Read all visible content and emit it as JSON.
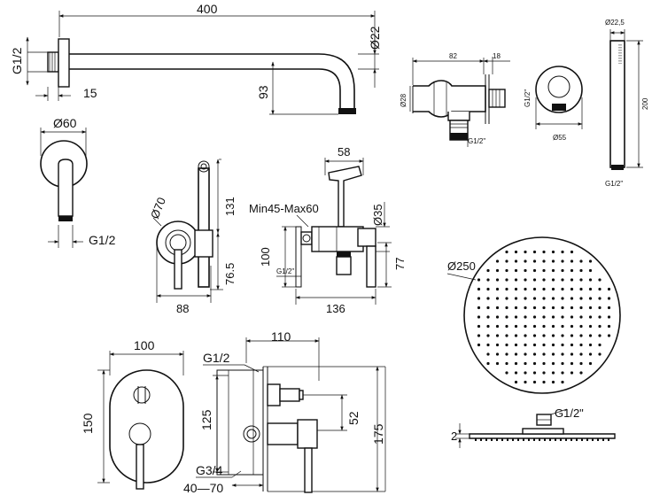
{
  "shower_arm": {
    "length": "400",
    "thread": "G1/2",
    "wall_offset": "15",
    "drop": "93",
    "tube_diameter": "Ø22"
  },
  "wall_flange": {
    "diameter": "Ø60",
    "thread": "G1/2"
  },
  "wall_elbow": {
    "length": "82",
    "depth": "18",
    "diameter": "Ø28",
    "thread_side": "G1/2\"",
    "thread_bottom": "G1/2\"",
    "flange_diameter": "Ø55"
  },
  "hand_shower": {
    "diameter": "Ø22,5",
    "length": "200",
    "thread": "G1/2\""
  },
  "bidet_holder": {
    "diameter": "Ø70",
    "height": "131",
    "offset": "76.5",
    "width": "88"
  },
  "bidet_valve": {
    "adjust_range": "Min45-Max60",
    "spray_length": "58",
    "spray_diameter": "Ø35",
    "height_left": "100",
    "height_right": "77",
    "thread": "G1/2\"",
    "width": "136"
  },
  "mixer_plate": {
    "width": "100",
    "height": "150"
  },
  "mixer_body": {
    "depth": "110",
    "thread_top": "G1/2",
    "height_inner": "125",
    "spindle": "52",
    "height_outer": "175",
    "thread_bottom": "G3/4",
    "embed_range": "40—70"
  },
  "head_shower": {
    "diameter": "Ø250",
    "thread": "G1/2\"",
    "thickness": "2"
  }
}
